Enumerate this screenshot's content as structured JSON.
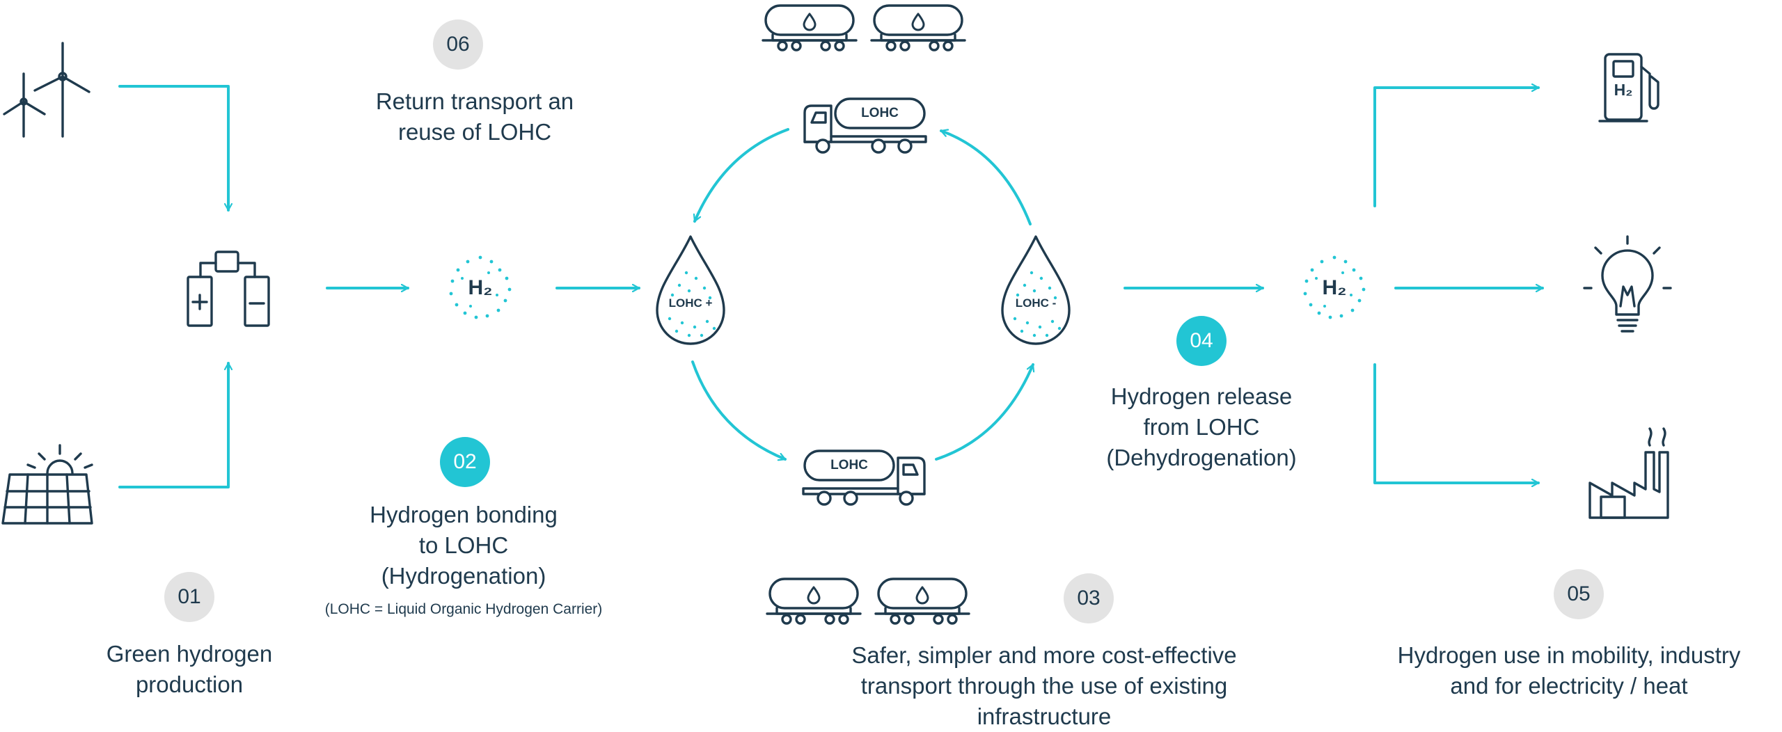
{
  "colors": {
    "accent": "#22c5d4",
    "ink": "#1f3a4d",
    "badge_grey": "#e3e3e3"
  },
  "steps": [
    {
      "num": "01",
      "lines": [
        "Green hydrogen",
        "production"
      ]
    },
    {
      "num": "02",
      "lines": [
        "Hydrogen bonding",
        "to LOHC",
        "(Hydrogenation)"
      ],
      "note": "(LOHC = Liquid Organic Hydrogen Carrier)"
    },
    {
      "num": "03",
      "lines": [
        "Safer, simpler and more cost-effective",
        "transport through the use of existing",
        "infrastructure"
      ]
    },
    {
      "num": "04",
      "lines": [
        "Hydrogen release",
        "from LOHC",
        "(Dehydrogenation)"
      ]
    },
    {
      "num": "05",
      "lines": [
        "Hydrogen use in mobility, industry",
        "and for electricity / heat"
      ]
    },
    {
      "num": "06",
      "lines": [
        "Return transport an",
        "reuse of LOHC"
      ]
    }
  ],
  "icons": {
    "h2": "H₂",
    "h2_sub": "2",
    "lohc_plus": "LOHC +",
    "lohc_minus": "LOHC -",
    "truck_tank": "LOHC"
  }
}
